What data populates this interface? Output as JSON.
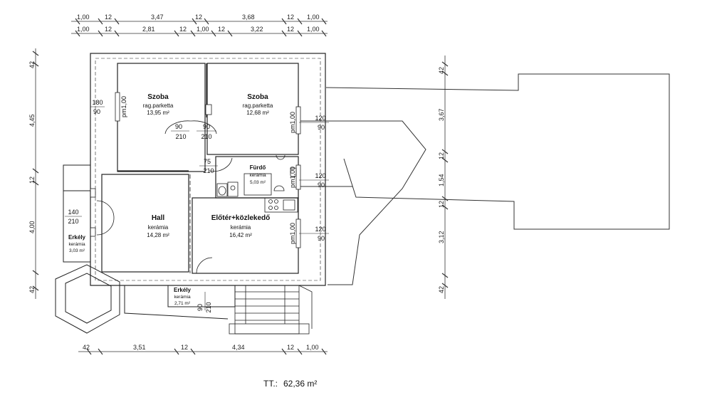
{
  "dimensions": {
    "top_row_1": [
      "1,00",
      "12",
      "3,47",
      "12",
      "3,68",
      "12",
      "1,00"
    ],
    "top_row_2": [
      "1,00",
      "12",
      "2,81",
      "12",
      "1,00",
      "12",
      "3,22",
      "12",
      "1,00"
    ],
    "bottom_row": [
      "42",
      "3,51",
      "12",
      "4,34",
      "12",
      "1,00"
    ],
    "left_column": [
      "42",
      "4,45",
      "12",
      "4,00",
      "42"
    ],
    "right_column": [
      "42",
      "3,67",
      "12",
      "1,54",
      "12",
      "3,12",
      "42"
    ]
  },
  "rooms": [
    {
      "name": "Szoba",
      "floor": "rag.parketta",
      "area": "13,95 m²"
    },
    {
      "name": "Szoba",
      "floor": "rag.parketta",
      "area": "12,68 m²"
    },
    {
      "name": "Fürdő",
      "floor": "kerámia",
      "area": "5,03 m²"
    },
    {
      "name": "Hall",
      "floor": "kerámia",
      "area": "14,28 m²"
    },
    {
      "name": "Előtér+közlekedő",
      "floor": "kerámia",
      "area": "16,42 m²"
    },
    {
      "name": "Erkély",
      "floor": "kerámia",
      "area": "3,03 m²"
    },
    {
      "name": "Erkély",
      "floor": "kerámia",
      "area": "2,71 m²"
    }
  ],
  "openings": {
    "left_window": {
      "w": "180",
      "h": "90"
    },
    "szoba1_door": {
      "w": "90",
      "h": "210"
    },
    "szoba2_door": {
      "w": "90",
      "h": "210"
    },
    "furdo_door": {
      "w": "75",
      "h": "210"
    },
    "hall_door": {
      "w": "140",
      "h": "210"
    },
    "entry_door": {
      "w": "90",
      "h": "210"
    },
    "right_window_1": {
      "w": "120",
      "h": "90"
    },
    "right_window_2": {
      "w": "120",
      "h": "90"
    },
    "right_window_3": {
      "w": "120",
      "h": "90"
    }
  },
  "sill_labels": [
    "pm1,00",
    "pm1,00",
    "pm1,00",
    "pm1,00"
  ],
  "total": {
    "label": "TT.:",
    "value": "62,36 m²"
  }
}
